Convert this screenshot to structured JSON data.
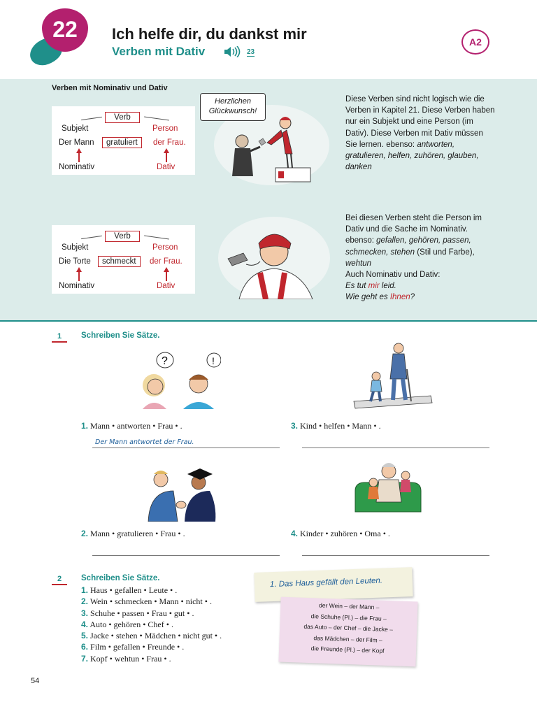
{
  "header": {
    "chapter_number": "22",
    "title": "Ich helfe dir, du dankst mir",
    "subtitle": "Verben mit Dativ",
    "audio_track": "23",
    "level": "A2"
  },
  "grammar": {
    "heading": "Verben mit Nominativ und Dativ",
    "diagram1": {
      "verb_label": "Verb",
      "subject_label": "Subjekt",
      "person_label": "Person",
      "subject": "Der Mann",
      "verb": "gratuliert",
      "object": "der Frau.",
      "case_left": "Nominativ",
      "case_right": "Dativ"
    },
    "speech_bubble": "Herzlichen Glückwunsch!",
    "explanation1": {
      "text": "Diese Verben sind nicht logisch wie die Verben in Kapitel 21. Diese Verben haben nur ein Subjekt und eine Person (im Dativ). Diese Verben mit Dativ müssen Sie lernen.",
      "ebenso_label": "ebenso:",
      "examples": "antworten, gratulieren, helfen, zuhören, glauben, danken"
    },
    "diagram2": {
      "verb_label": "Verb",
      "subject_label": "Subjekt",
      "person_label": "Person",
      "subject": "Die Torte",
      "verb": "schmeckt",
      "object": "der Frau.",
      "case_left": "Nominativ",
      "case_right": "Dativ"
    },
    "explanation2": {
      "text": "Bei diesen Verben steht die Person im Dativ und die Sache im Nominativ.",
      "ebenso_label": "ebenso:",
      "examples": "gefallen, gehören, passen, schmecken, stehen",
      "examples_note": "(Stil und Farbe),",
      "examples_last": "wehtun",
      "also_label": "Auch Nominativ und Dativ:",
      "example_a_pre": "Es tut ",
      "example_a_red": "mir",
      "example_a_post": " leid.",
      "example_b_pre": "Wie geht es ",
      "example_b_red": "Ihnen",
      "example_b_post": "?"
    }
  },
  "exercise1": {
    "number": "1",
    "title": "Schreiben Sie Sätze.",
    "items": [
      {
        "num": "1.",
        "text": "Mann • antworten • Frau • .",
        "answer": "Der Mann antwortet der Frau."
      },
      {
        "num": "2.",
        "text": "Mann • gratulieren • Frau • .",
        "answer": ""
      },
      {
        "num": "3.",
        "text": "Kind • helfen • Mann • .",
        "answer": ""
      },
      {
        "num": "4.",
        "text": "Kinder • zuhören • Oma • .",
        "answer": ""
      }
    ]
  },
  "exercise2": {
    "number": "2",
    "title": "Schreiben Sie Sätze.",
    "items": [
      {
        "num": "1.",
        "text": "Haus • gefallen • Leute • ."
      },
      {
        "num": "2.",
        "text": "Wein • schmecken • Mann • nicht • ."
      },
      {
        "num": "3.",
        "text": "Schuhe • passen • Frau • gut • ."
      },
      {
        "num": "4.",
        "text": "Auto • gehören • Chef • ."
      },
      {
        "num": "5.",
        "text": "Jacke • stehen • Mädchen • nicht gut • ."
      },
      {
        "num": "6.",
        "text": "Film • gefallen • Freunde • ."
      },
      {
        "num": "7.",
        "text": "Kopf • wehtun • Frau • ."
      }
    ],
    "example_note": "1. Das Haus gefällt den Leuten.",
    "hint_lines": [
      "der Wein – der Mann –",
      "die Schuhe (Pl.) – die Frau –",
      "das Auto – der Chef – die Jacke –",
      "das Mädchen – der Film –",
      "die Freunde (Pl.) – der Kopf"
    ]
  },
  "page_number": "54",
  "colors": {
    "teal": "#1f8f8a",
    "magenta": "#b3206e",
    "red": "#c0262d",
    "grammar_bg": "#dcecea"
  }
}
